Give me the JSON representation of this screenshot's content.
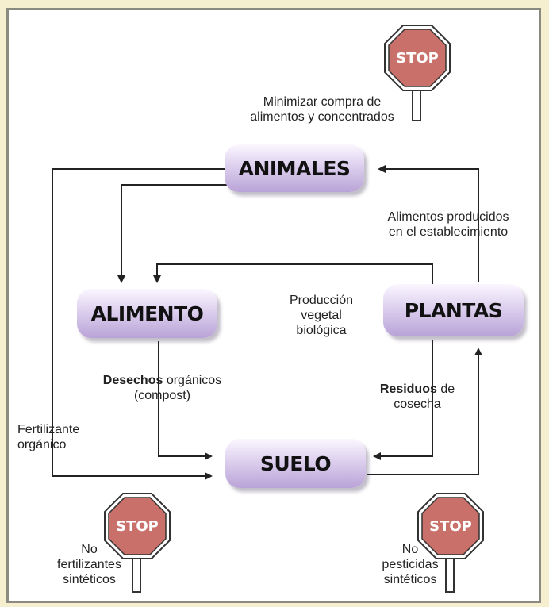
{
  "nodes": {
    "animales": "ANIMALES",
    "alimento": "ALIMENTO",
    "plantas": "PLANTAS",
    "suelo": "SUELO"
  },
  "labels": {
    "stop_top": [
      "Minimizar compra de",
      "alimentos y concentrados"
    ],
    "alimentos_producidos": [
      "Alimentos producidos",
      "en el establecimiento"
    ],
    "produccion": [
      "Producción",
      "vegetal",
      "biológica"
    ],
    "desechos_bold": "Desechos",
    "desechos_rest": "orgánicos",
    "desechos_line2": "(compost)",
    "residuos_bold": "Residuos",
    "residuos_rest": "de",
    "residuos_line2": "cosecha",
    "fertilizante": [
      "Fertilizante",
      "orgánico"
    ],
    "stop_left": [
      "No",
      "fertilizantes",
      "sintéticos"
    ],
    "stop_right": [
      "No",
      "pesticidas",
      "sintéticos"
    ]
  },
  "stop_sign_text": "STOP",
  "colors": {
    "stop_red": "#c9706a",
    "node_purple": "#c7b4e0",
    "arrow": "#222222"
  }
}
